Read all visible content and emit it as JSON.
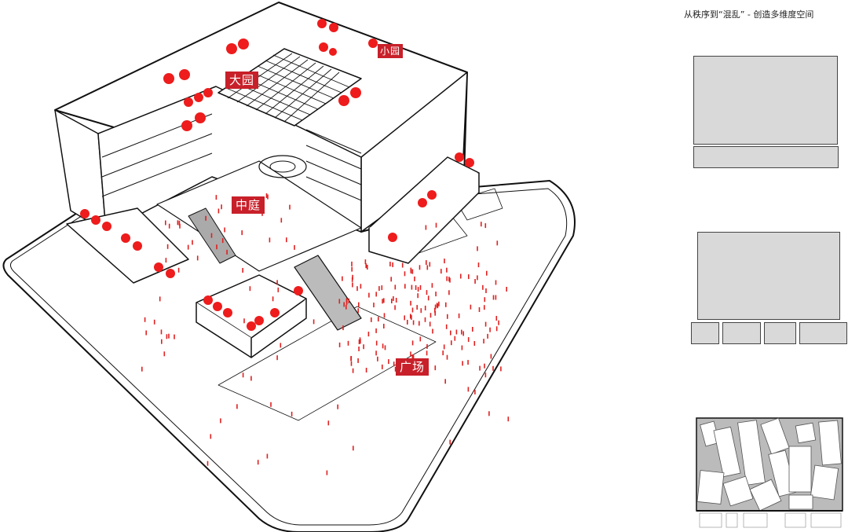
{
  "title": "从秩序到“混乱” - 创造多维度空间",
  "labels": {
    "big_garden": "大园",
    "small_garden": "小园",
    "courtyard": "中庭",
    "plaza": "广场"
  },
  "colors": {
    "accent": "#c8202a",
    "tree": "#ee1c1c",
    "line": "#111111",
    "panel_fill": "#d9d9d9"
  },
  "panels": [
    {
      "name": "order-diagram",
      "parts": 2
    },
    {
      "name": "transition-diagram",
      "parts": 5
    },
    {
      "name": "chaos-collage",
      "parts": 1
    }
  ]
}
